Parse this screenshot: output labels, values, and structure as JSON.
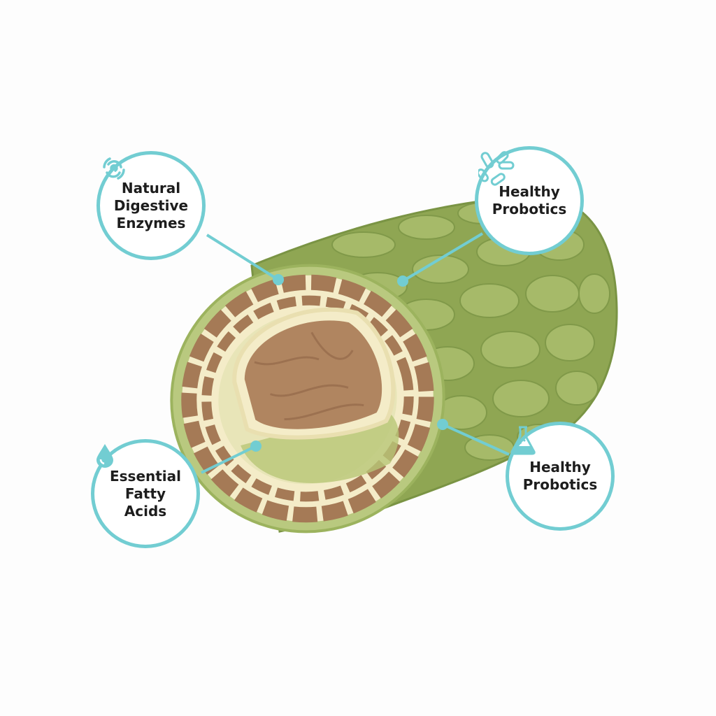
{
  "callouts": [
    {
      "label": "Natural\nDigestive\nEnzymes",
      "icon": "spiral-icon"
    },
    {
      "label": "Healthy\nProbotics",
      "icon": "bacteria-icon"
    },
    {
      "label": "Essential\nFatty\nAcids",
      "icon": "droplet-icon"
    },
    {
      "label": "Healthy\nProbotics",
      "icon": "flask-icon"
    }
  ],
  "colors": {
    "accent": "#72cdd2",
    "outer_green": "#8fa653",
    "cream": "#f4ecc8",
    "brown": "#a57a56"
  }
}
